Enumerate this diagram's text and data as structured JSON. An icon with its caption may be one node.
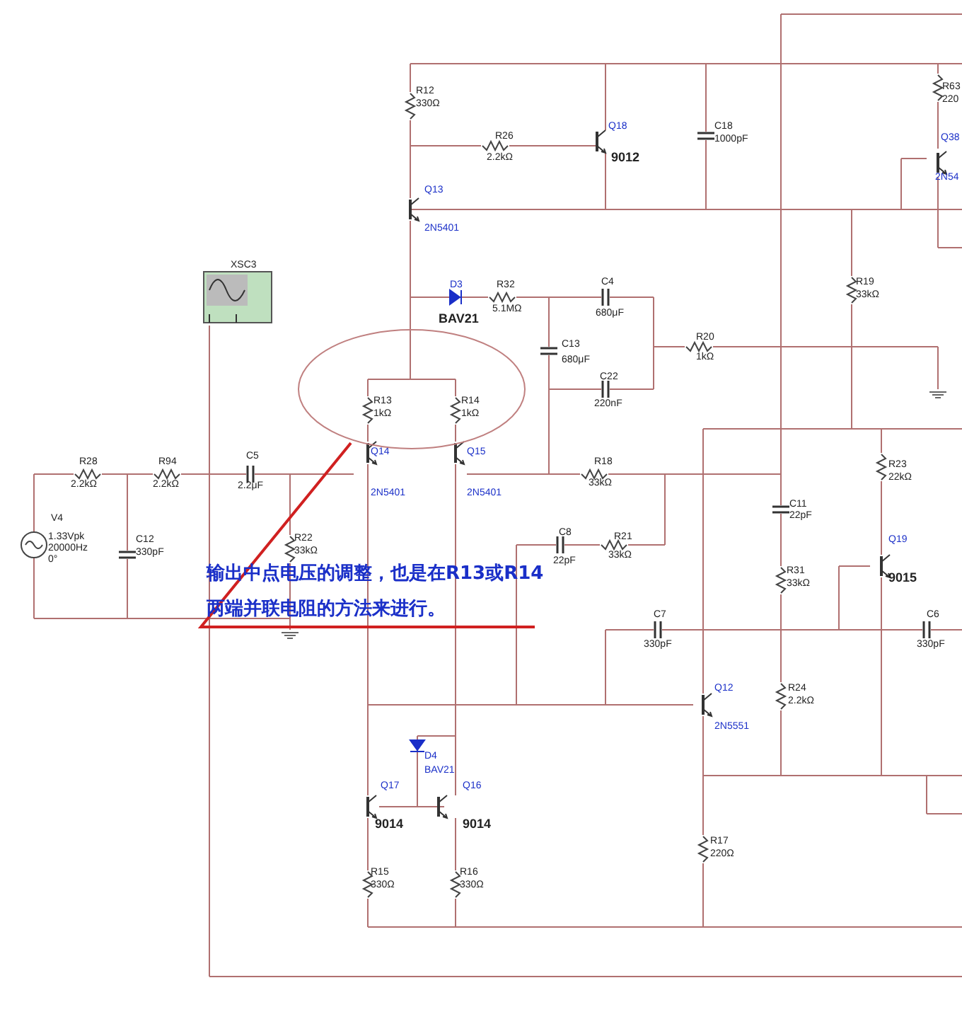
{
  "diagram": {
    "nodes": [
      {
        "text": [
          "输出中点电压的调整，也是在R13或R14两端并联电阻的方法来进行。"
        ]
      },
      {
        "text": [],
        "shape": "ellipse"
      }
    ],
    "edges": [
      {
        "from": 0,
        "to": 1,
        "arrow": "none"
      }
    ],
    "labels": [
      "R12",
      "330Ω",
      "R26",
      "2.2kΩ",
      "Q18",
      "9012",
      "C18",
      "1000pF",
      "R63",
      "220",
      "Q38",
      "2N54",
      "Q13",
      "2N5401",
      "XSC3",
      "D3",
      "BAV21",
      "R32",
      "5.1MΩ",
      "C4",
      "680μF",
      "R19",
      "33kΩ",
      "C13",
      "680μF",
      "R20",
      "1kΩ",
      "C22",
      "220nF",
      "R13",
      "1kΩ",
      "R14",
      "1kΩ",
      "R28",
      "2.2kΩ",
      "R94",
      "2.2kΩ",
      "C5",
      "2.2μF",
      "Q14",
      "2N5401",
      "Q15",
      "2N5401",
      "R18",
      "33kΩ",
      "R23",
      "22kΩ",
      "V4",
      "1.33Vpk",
      "20000Hz",
      "0°",
      "C12",
      "330pF",
      "R22",
      "33kΩ",
      "C8",
      "22pF",
      "R21",
      "33kΩ",
      "C11",
      "22pF",
      "Q19",
      "9015",
      "R31",
      "33kΩ",
      "C7",
      "330pF",
      "C6",
      "330pF",
      "Q12",
      "2N5551",
      "R24",
      "2.2kΩ",
      "D4",
      "BAV21",
      "Q17",
      "9014",
      "Q16",
      "9014",
      "R17",
      "220Ω",
      "R15",
      "330Ω",
      "R16",
      "330Ω"
    ]
  }
}
